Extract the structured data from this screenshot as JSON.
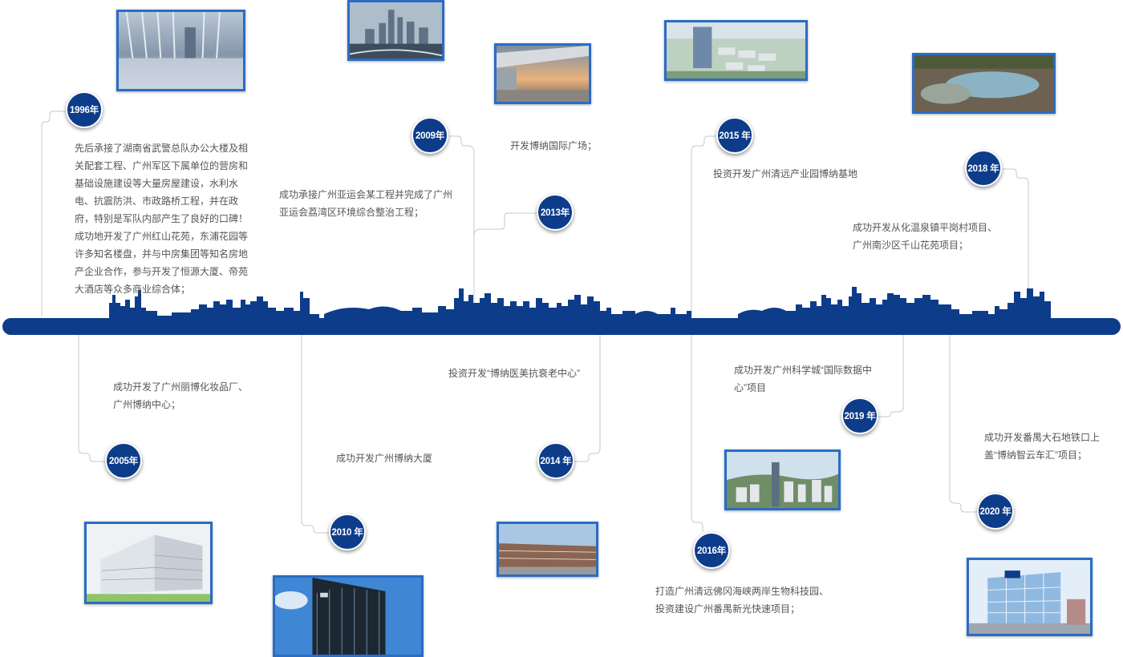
{
  "colors": {
    "primary": "#0d3c8a",
    "photo_border": "#2b6cc4",
    "connector": "#c8c8c8",
    "text": "#555555"
  },
  "events": [
    {
      "id": "1996",
      "year": "1996年",
      "text": "先后承接了湖南省武警总队办公大楼及相关配套工程、广州军区下属单位的营房和基础设施建设等大量房屋建设，水利水电、抗震防洪、市政路桥工程，并在政府，特别是军队内部产生了良好的口碑！成功地开发了广州红山花苑，东浦花园等许多知名楼盘，并与中房集团等知名房地产企业合作，参与开发了恒源大厦、帝苑大酒店等众多商业综合体；",
      "image": "glass-lobby-photo"
    },
    {
      "id": "2005",
      "year": "2005年",
      "text": "成功开发了广州丽博化妆品厂、广州博纳中心；",
      "image": "factory-building-photo"
    },
    {
      "id": "2009",
      "year": "2009年",
      "text": "成功承接广州亚运会某工程并完成了广州亚运会荔湾区环境综合整治工程；",
      "image": "city-skyline-photo"
    },
    {
      "id": "2010",
      "year": "2010 年",
      "text": "成功开发广州博纳大厦",
      "image": "office-tower-photo"
    },
    {
      "id": "2013",
      "year": "2013年",
      "text": "开发博纳国际广场；",
      "image": "plaza-sunset-photo"
    },
    {
      "id": "2014",
      "year": "2014 年",
      "text": "投资开发“博纳医美抗衰老中心”",
      "image": "beauty-center-photo"
    },
    {
      "id": "2015",
      "year": "2015 年",
      "text": "投资开发广州清远产业园博纳基地",
      "image": "industrial-park-photo"
    },
    {
      "id": "2016",
      "year": "2016年",
      "text": "打造广州清远佛冈海峡两岸生物科技园、投资建设广州番禺新光快速项目；",
      "image": "science-city-photo"
    },
    {
      "id": "2018",
      "year": "2018 年",
      "text": "成功开发从化温泉镇平岗村项目、广州南沙区千山花苑项目；",
      "image": "hot-spring-photo"
    },
    {
      "id": "2019",
      "year": "2019 年",
      "text": "成功开发广州科学城“国际数据中心”项目",
      "image": ""
    },
    {
      "id": "2020",
      "year": "2020 年",
      "text": "成功开发番禺大石地铁口上盖“博纳智云车汇”项目；",
      "image": "yunchehui-mall-photo"
    }
  ]
}
